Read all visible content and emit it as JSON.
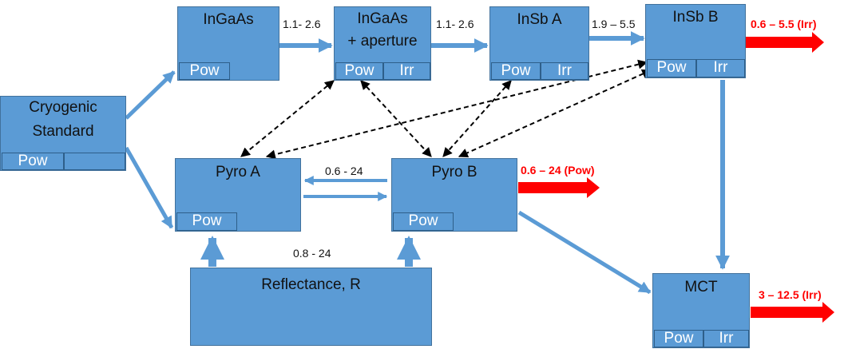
{
  "nodes": {
    "cryogenic": {
      "title_line1": "Cryogenic",
      "title_line2": "Standard",
      "pow": "Pow",
      "blank": ""
    },
    "ingaas": {
      "title": "InGaAs",
      "pow": "Pow"
    },
    "ingaas_ap": {
      "title_line1": "InGaAs",
      "title_line2": "+ aperture",
      "pow": "Pow",
      "irr": "Irr"
    },
    "insb_a": {
      "title": "InSb A",
      "pow": "Pow",
      "irr": "Irr"
    },
    "insb_b": {
      "title": "InSb B",
      "pow": "Pow",
      "irr": "Irr"
    },
    "pyro_a": {
      "title": "Pyro A",
      "pow": "Pow"
    },
    "pyro_b": {
      "title": "Pyro B",
      "pow": "Pow"
    },
    "reflectance": {
      "title": "Reflectance, R"
    },
    "mct": {
      "title": "MCT",
      "pow": "Pow",
      "irr": "Irr"
    }
  },
  "edge_labels": {
    "ingaas_to_ap": "1.1- 2.6",
    "ap_to_insba": "1.1- 2.6",
    "insba_to_insbb": "1.9 – 5.5",
    "pyrob_to_pyroa": "0.6 - 24",
    "reflectance": "0.8 - 24"
  },
  "outputs": {
    "insb_b": "0.6 – 5.5 (Irr)",
    "pyro_b": "0.6 – 24 (Pow)",
    "mct": "3 – 12.5 (Irr)"
  },
  "colors": {
    "box": "#5b9bd5",
    "arrow": "#5b9bd5",
    "output_arrow": "#ff0000",
    "dashed": "#000000"
  }
}
